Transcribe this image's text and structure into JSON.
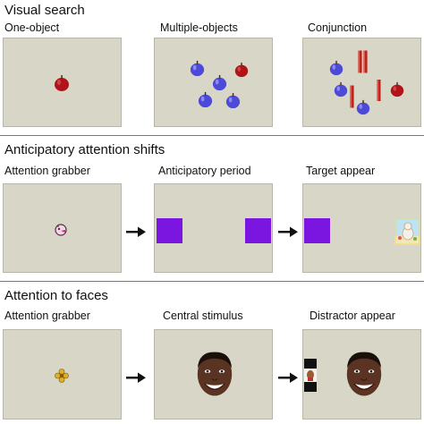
{
  "sections": [
    {
      "title": "Visual search",
      "labels": [
        "One-object",
        "Multiple-objects",
        "Conjunction"
      ]
    },
    {
      "title": "Anticipatory attention shifts",
      "labels": [
        "Attention grabber",
        "Anticipatory period",
        "Target appear"
      ]
    },
    {
      "title": "Attention to faces",
      "labels": [
        "Attention grabber",
        "Central stimulus",
        "Distractor appear"
      ]
    }
  ],
  "colors": {
    "panel_background": "#d8d6c6",
    "red_apple": "#b0131a",
    "blue_apple": "#4c4ad6",
    "purple_square": "#7a16e0",
    "red_bar": "#c0201a"
  },
  "icons": [
    "red-apple-icon",
    "blue-apple-icon",
    "red-bar-icon",
    "cartoon-animal-icon",
    "purple-square-icon",
    "cartoon-picture-icon",
    "flower-icon",
    "face-photo-icon",
    "arrow-right-icon"
  ]
}
